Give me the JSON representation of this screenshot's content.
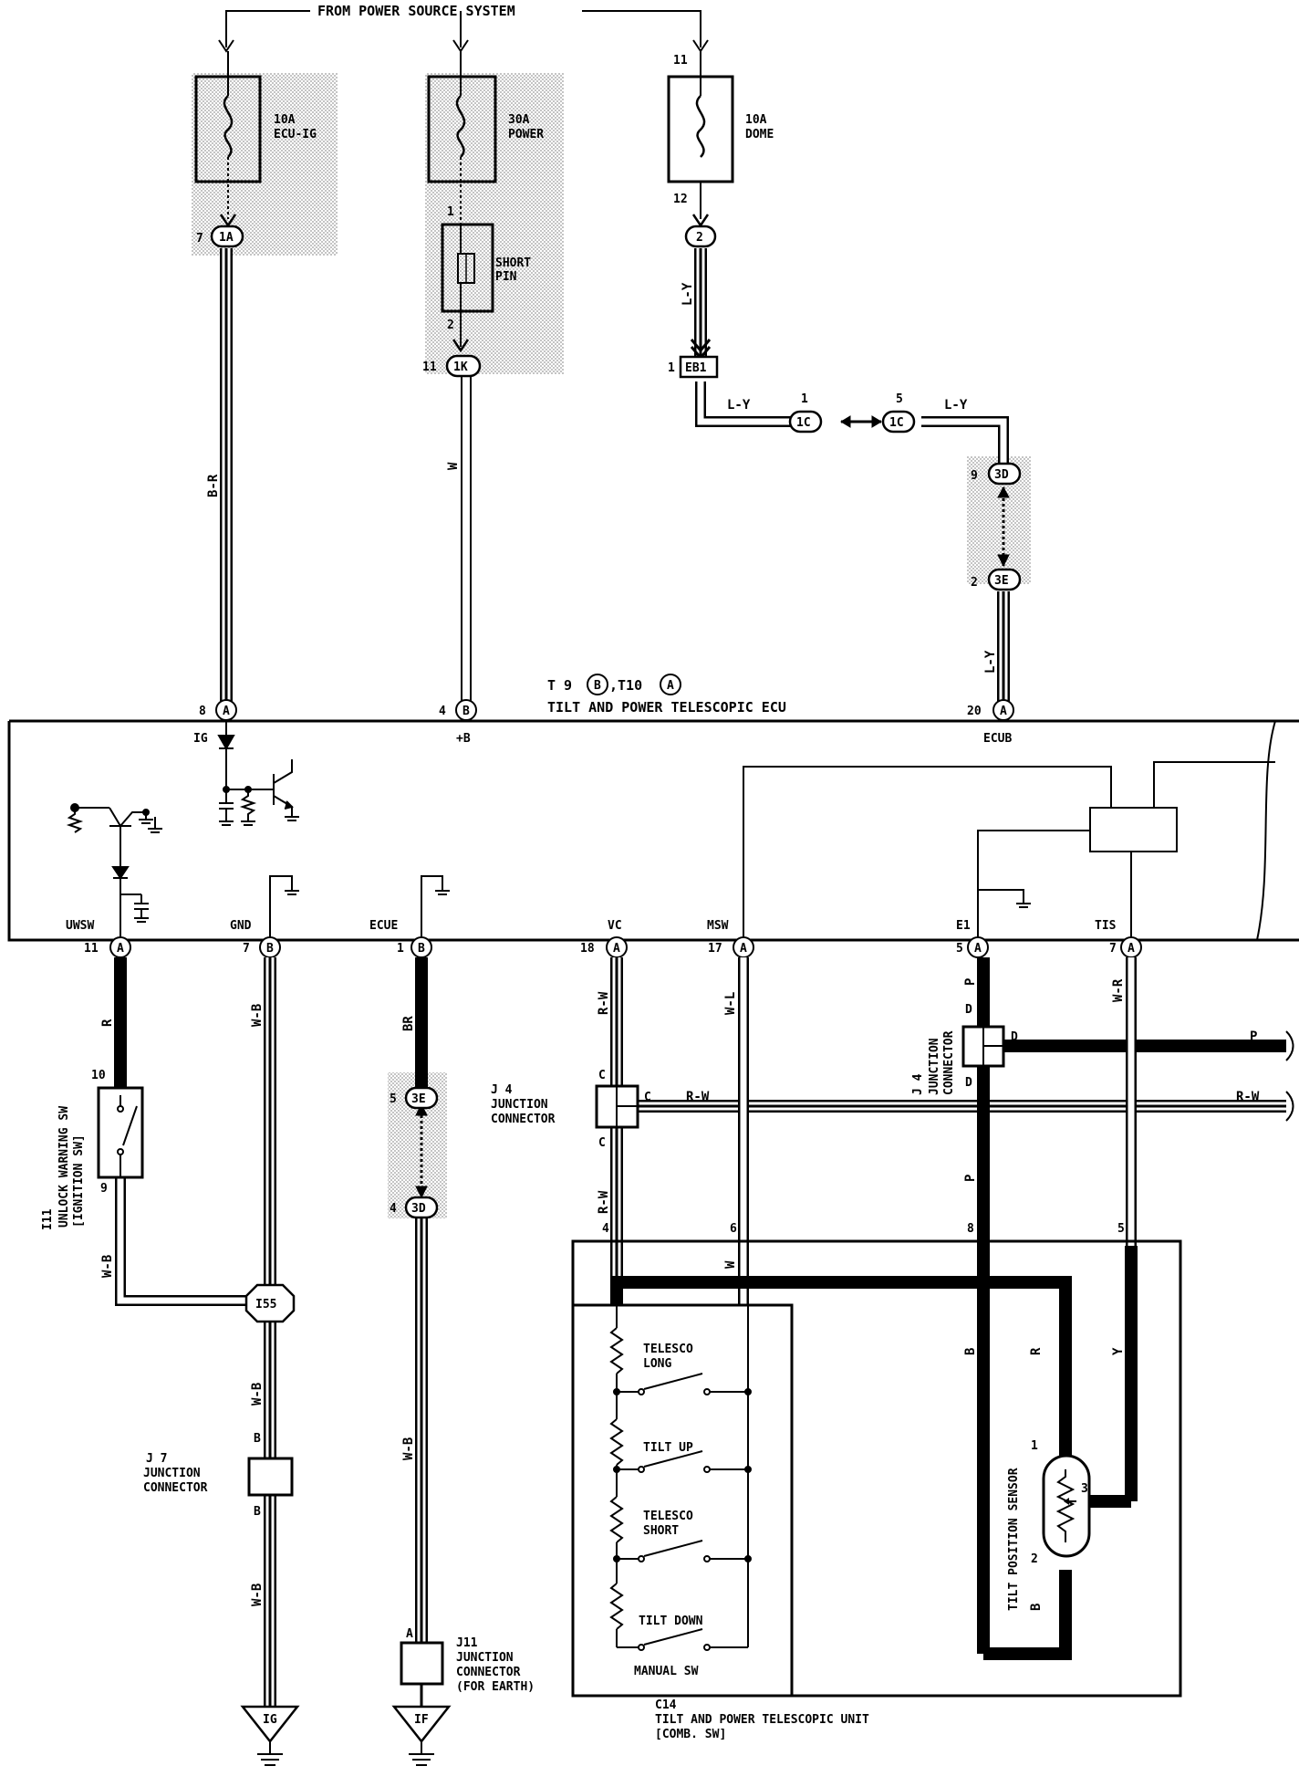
{
  "header": {
    "source_label": "FROM POWER SOURCE SYSTEM"
  },
  "fuses": [
    {
      "rating": "10A",
      "name": "ECU-IG"
    },
    {
      "rating": "30A",
      "name": "POWER"
    },
    {
      "rating": "10A",
      "name": "DOME",
      "pin_in": "11",
      "pin_out": "12"
    }
  ],
  "short_pin": {
    "line1": "SHORT",
    "line2": "PIN",
    "pin_top": "1",
    "pin_bottom": "2"
  },
  "connectors": {
    "c1A": {
      "pin": "7",
      "id": "1A"
    },
    "c1K": {
      "pin": "11",
      "id": "1K"
    },
    "c2": {
      "id": "2"
    },
    "eb1": {
      "pin": "1",
      "id": "EB1"
    },
    "c1C_left": {
      "pin": "1",
      "id": "1C"
    },
    "c1C_right": {
      "pin": "5",
      "id": "1C"
    },
    "c3D_top": {
      "pin": "9",
      "id": "3D"
    },
    "c3E_top": {
      "pin": "2",
      "id": "3E"
    },
    "c3E_bot": {
      "pin": "5",
      "id": "3E"
    },
    "c3D_bot": {
      "pin": "4",
      "id": "3D"
    },
    "i55": {
      "id": "I55"
    }
  },
  "wire_colors": {
    "b_r": "B-R",
    "w": "W",
    "l_y": "L-Y",
    "r": "R",
    "w_b": "W-B",
    "br": "BR",
    "r_w": "R-W",
    "w_l": "W-L",
    "p": "P",
    "w_r": "W-R",
    "b": "B",
    "y": "Y"
  },
  "ecu": {
    "ref_prefix": "T 9",
    "ref_b": "B",
    "ref_mid": ",T10",
    "ref_a": "A",
    "name": "TILT AND POWER TELESCOPIC ECU",
    "top_terminals": [
      {
        "pin": "8",
        "conn": "A",
        "name": "IG"
      },
      {
        "pin": "4",
        "conn": "B",
        "name": "+B"
      },
      {
        "pin": "20",
        "conn": "A",
        "name": "ECUB"
      }
    ],
    "bottom_terminals": [
      {
        "pin": "11",
        "conn": "A",
        "name": "UWSW"
      },
      {
        "pin": "7",
        "conn": "B",
        "name": "GND"
      },
      {
        "pin": "1",
        "conn": "B",
        "name": "ECUE"
      },
      {
        "pin": "18",
        "conn": "A",
        "name": "VC"
      },
      {
        "pin": "17",
        "conn": "A",
        "name": "MSW"
      },
      {
        "pin": "5",
        "conn": "A",
        "name": "E1"
      },
      {
        "pin": "7",
        "conn": "A",
        "name": "TIS"
      }
    ]
  },
  "unlock_switch": {
    "id": "I11",
    "line1": "UNLOCK WARNING SW",
    "line2": "[IGNITION SW]",
    "pin_top": "10",
    "pin_bottom": "9"
  },
  "j4_left": {
    "id": "J 4",
    "line1": "JUNCTION",
    "line2": "CONNECTOR",
    "pin": "C"
  },
  "j4_right": {
    "id": "J 4",
    "line1": "JUNCTION",
    "line2": "CONNECTOR",
    "pin": "D"
  },
  "j7": {
    "id": "J 7",
    "line1": "JUNCTION",
    "line2": "CONNECTOR",
    "pin": "B"
  },
  "j11": {
    "id": "J11",
    "line1": "JUNCTION",
    "line2": "CONNECTOR",
    "line3": "(FOR EARTH)",
    "pin": "A"
  },
  "grounds": [
    {
      "id": "IG"
    },
    {
      "id": "IF"
    }
  ],
  "unit": {
    "id": "C14",
    "name": "TILT AND POWER TELESCOPIC UNIT",
    "sub": "[COMB. SW]",
    "pins": [
      "4",
      "6",
      "8",
      "5"
    ],
    "switches": [
      {
        "line1": "TELESCO",
        "line2": "LONG"
      },
      {
        "line1": "TILT UP"
      },
      {
        "line1": "TELESCO",
        "line2": "SHORT"
      },
      {
        "line1": "TILT DOWN"
      }
    ],
    "manual_sw": "MANUAL SW",
    "sensor": "TILT POSITION SENSOR",
    "sensor_pins": [
      "1",
      "2",
      "3"
    ]
  }
}
